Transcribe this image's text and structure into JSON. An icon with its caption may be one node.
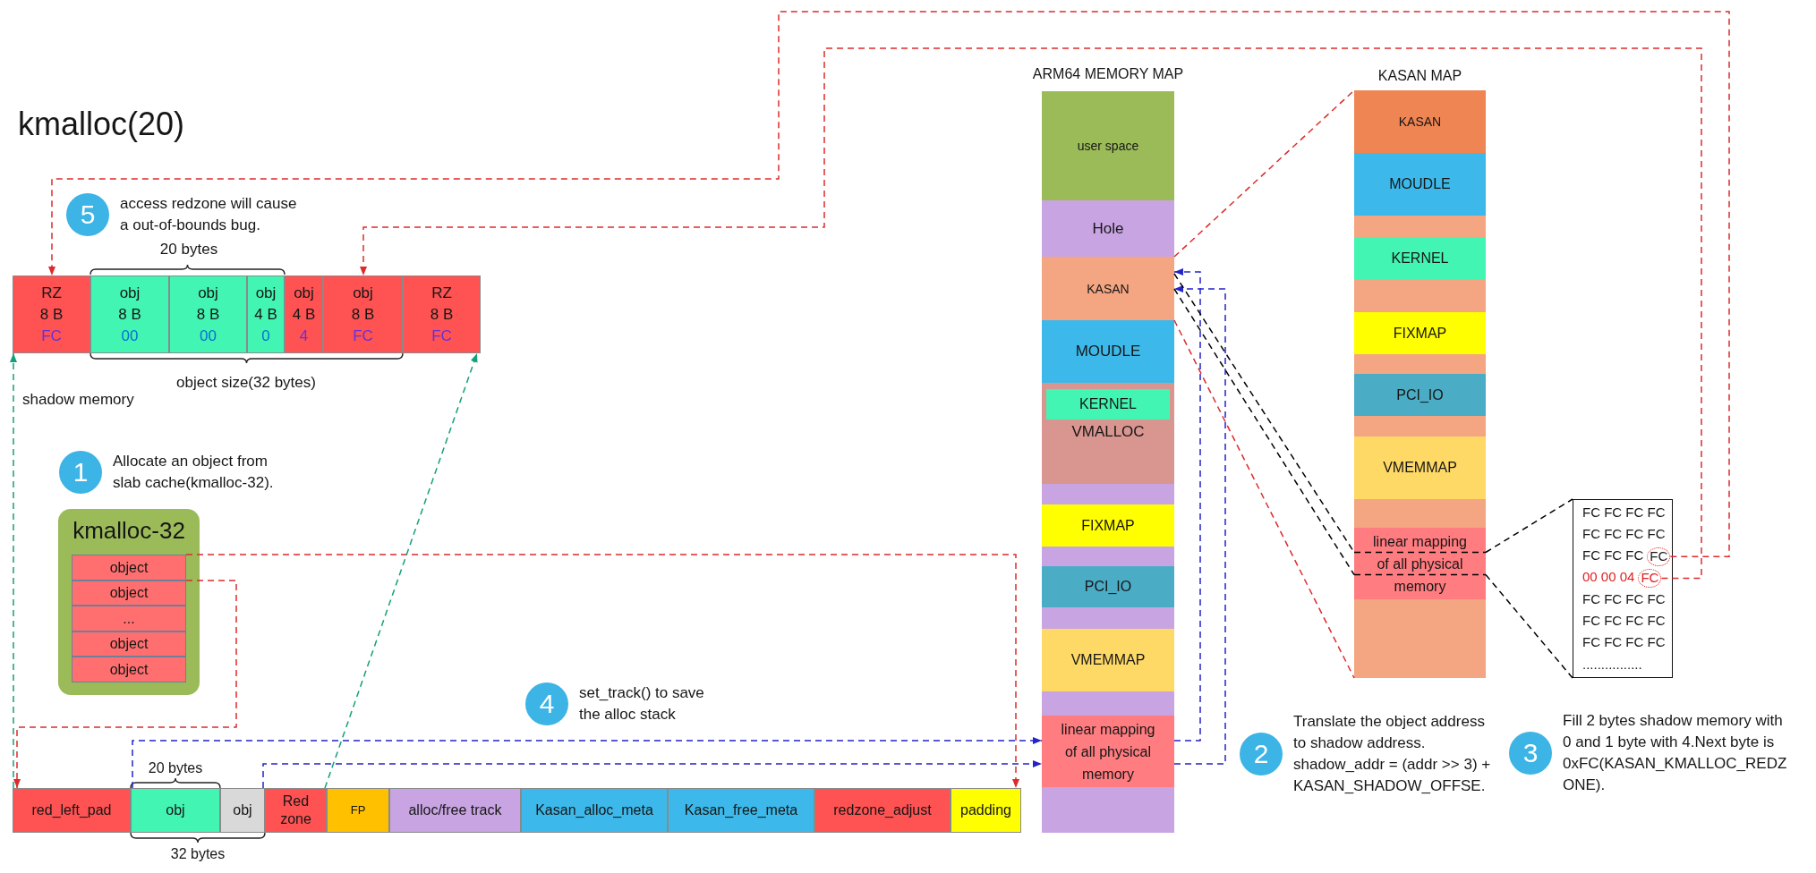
{
  "diagram": {
    "title": "kmalloc(20)",
    "nodes": [
      {
        "text": [
          "5"
        ],
        "beside": [
          "access redzone will cause a out-of-bounds bug."
        ]
      },
      {
        "text": [
          "RZ",
          "8 B",
          "FC"
        ]
      },
      {
        "text": [
          "obj",
          "8 B",
          "00"
        ]
      },
      {
        "text": [
          "obj",
          "8 B",
          "00"
        ]
      },
      {
        "text": [
          "obj",
          "4 B",
          "0"
        ]
      },
      {
        "text": [
          "obj",
          "4 B",
          "4"
        ]
      },
      {
        "text": [
          "obj",
          "8 B",
          "FC"
        ]
      },
      {
        "text": [
          "RZ",
          "8 B",
          "FC"
        ]
      },
      {
        "text": [
          "1"
        ],
        "beside": [
          "Allocate an object from slab cache(kmalloc-32)."
        ]
      },
      {
        "text": [
          "kmalloc-32"
        ]
      },
      {
        "text": [
          "object"
        ],
        "in": 9
      },
      {
        "text": [
          "object"
        ],
        "in": 9
      },
      {
        "text": [
          "..."
        ],
        "in": 9
      },
      {
        "text": [
          "object"
        ],
        "in": 9
      },
      {
        "text": [
          "object"
        ],
        "in": 9
      },
      {
        "text": [
          "4"
        ],
        "beside": [
          "set_track() to save the alloc stack"
        ]
      },
      {
        "text": [
          "red_left_pad"
        ]
      },
      {
        "text": [
          "obj"
        ]
      },
      {
        "text": [
          "obj"
        ]
      },
      {
        "text": [
          "Red zone"
        ]
      },
      {
        "text": [
          "FP"
        ]
      },
      {
        "text": [
          "alloc/free track"
        ]
      },
      {
        "text": [
          "Kasan_alloc_meta"
        ]
      },
      {
        "text": [
          "Kasan_free_meta"
        ]
      },
      {
        "text": [
          "redzone_adjust"
        ]
      },
      {
        "text": [
          "padding"
        ]
      },
      {
        "text": [
          "ARM64 MEMORY MAP"
        ]
      },
      {
        "text": [
          "user space"
        ],
        "in": 26
      },
      {
        "text": [
          "Hole"
        ],
        "in": 26
      },
      {
        "text": [
          "KASAN"
        ],
        "in": 26
      },
      {
        "text": [
          "MOUDLE"
        ],
        "in": 26
      },
      {
        "text": [
          "VMALLOC"
        ],
        "in": 26
      },
      {
        "text": [
          "KERNEL"
        ],
        "in": 31
      },
      {
        "text": [
          "FIXMAP"
        ],
        "in": 26
      },
      {
        "text": [
          "PCI_IO"
        ],
        "in": 26
      },
      {
        "text": [
          "VMEMMAP"
        ],
        "in": 26
      },
      {
        "text": [
          "linear mapping of all physical memory"
        ],
        "in": 26
      },
      {
        "text": [
          "KASAN MAP"
        ]
      },
      {
        "text": [
          "KASAN"
        ],
        "in": 37
      },
      {
        "text": [
          "MOUDLE"
        ],
        "in": 37
      },
      {
        "text": [
          "KERNEL"
        ],
        "in": 37
      },
      {
        "text": [
          "FIXMAP"
        ],
        "in": 37
      },
      {
        "text": [
          "PCI_IO"
        ],
        "in": 37
      },
      {
        "text": [
          "VMEMMAP"
        ],
        "in": 37
      },
      {
        "text": [
          "linear mapping of all physical memory"
        ],
        "in": 37
      },
      {
        "text": [
          "FC FC FC FC",
          "FC FC FC FC",
          "FC FC FC",
          "00 00 04",
          "FC FC FC FC",
          "FC FC FC FC",
          "FC FC FC FC",
          "................"
        ]
      },
      {
        "text": [
          "FC"
        ],
        "in": 45
      },
      {
        "text": [
          "FC"
        ],
        "in": 45
      },
      {
        "text": [
          "2"
        ],
        "beside": [
          "Translate the object address to shadow address. shadow_addr = (addr >> 3) + KASAN_SHADOW_OFFSE."
        ]
      },
      {
        "text": [
          "3"
        ],
        "beside": [
          "Fill 2 bytes shadow memory with 0 and 1 byte with 4.Next byte is 0xFC(KASAN_KMALLOC_REDZONE)."
        ]
      }
    ],
    "edges": [
      {
        "from": 46,
        "to": 1,
        "arrow": "to",
        "style": "dashed"
      },
      {
        "from": 47,
        "to": 6,
        "arrow": "to",
        "style": "dashed"
      },
      {
        "from": 10,
        "to": 16,
        "arrow": "to",
        "style": "dashed"
      },
      {
        "from": 10,
        "to": 25,
        "arrow": "to",
        "style": "dashed"
      },
      {
        "from": 16,
        "to": 1,
        "arrow": "to",
        "style": "dashed",
        "color": "#12a07a"
      },
      {
        "from": 19,
        "to": 7,
        "arrow": "to",
        "style": "dashed",
        "color": "#12a07a"
      },
      {
        "from": 17,
        "to": 36,
        "arrow": "to",
        "style": "dashed",
        "color": "#2323c8"
      },
      {
        "from": 18,
        "to": 36,
        "arrow": "to",
        "style": "dashed",
        "color": "#2323c8"
      },
      {
        "from": 36,
        "to": 29,
        "arrow": "to",
        "style": "dashed",
        "color": "#2323c8"
      },
      {
        "from": 36,
        "to": 29,
        "arrow": "to",
        "style": "dashed",
        "color": "#2323c8"
      },
      {
        "from": 29,
        "to": 37,
        "arrow": "none",
        "style": "dashed"
      },
      {
        "from": 29,
        "to": 37,
        "arrow": "none",
        "style": "dashed"
      },
      {
        "from": 29,
        "to": 44,
        "arrow": "none",
        "style": "dashed",
        "color": "#000000"
      },
      {
        "from": 29,
        "to": 44,
        "arrow": "none",
        "style": "dashed",
        "color": "#000000"
      },
      {
        "from": 44,
        "to": 45,
        "arrow": "none",
        "style": "dashed",
        "color": "#000000"
      },
      {
        "from": 44,
        "to": 45,
        "arrow": "none",
        "style": "dashed",
        "color": "#000000"
      }
    ],
    "labels": [
      "20 bytes",
      "object size(32 bytes)",
      "shadow memory",
      "20 bytes",
      "32 bytes"
    ]
  }
}
